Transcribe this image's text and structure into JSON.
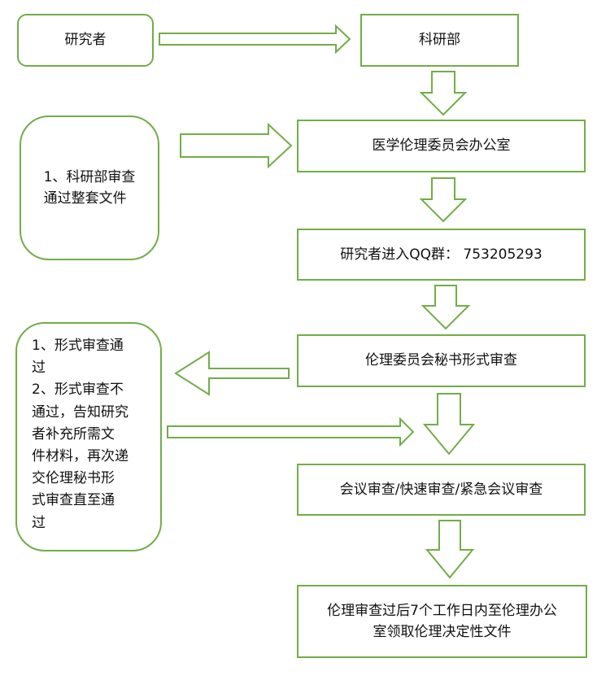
{
  "nodes": {
    "researcher": "研究者",
    "research_dept": "科研部",
    "ethics_office": "医学伦理委员会办公室",
    "dept_review_note": "1、科研部审查\n通过整套文件",
    "qq_group": "研究者进入QQ群： 753205293",
    "formal_review": "伦理委员会秘书形式审查",
    "formal_review_note": "1、形式审查通\n过\n2、形式审查不\n通过，告知研究\n者补充所需文\n件材料，再次递\n交伦理秘书形\n式审查直至通\n过",
    "meeting_review": "会议审查/快速审查/紧急会议审查",
    "final_step": "伦理审查过后7个工作日内至伦理办公\n室领取伦理决定性文件"
  },
  "colors": {
    "border": "#72ad47",
    "fill": "#ffffff"
  }
}
